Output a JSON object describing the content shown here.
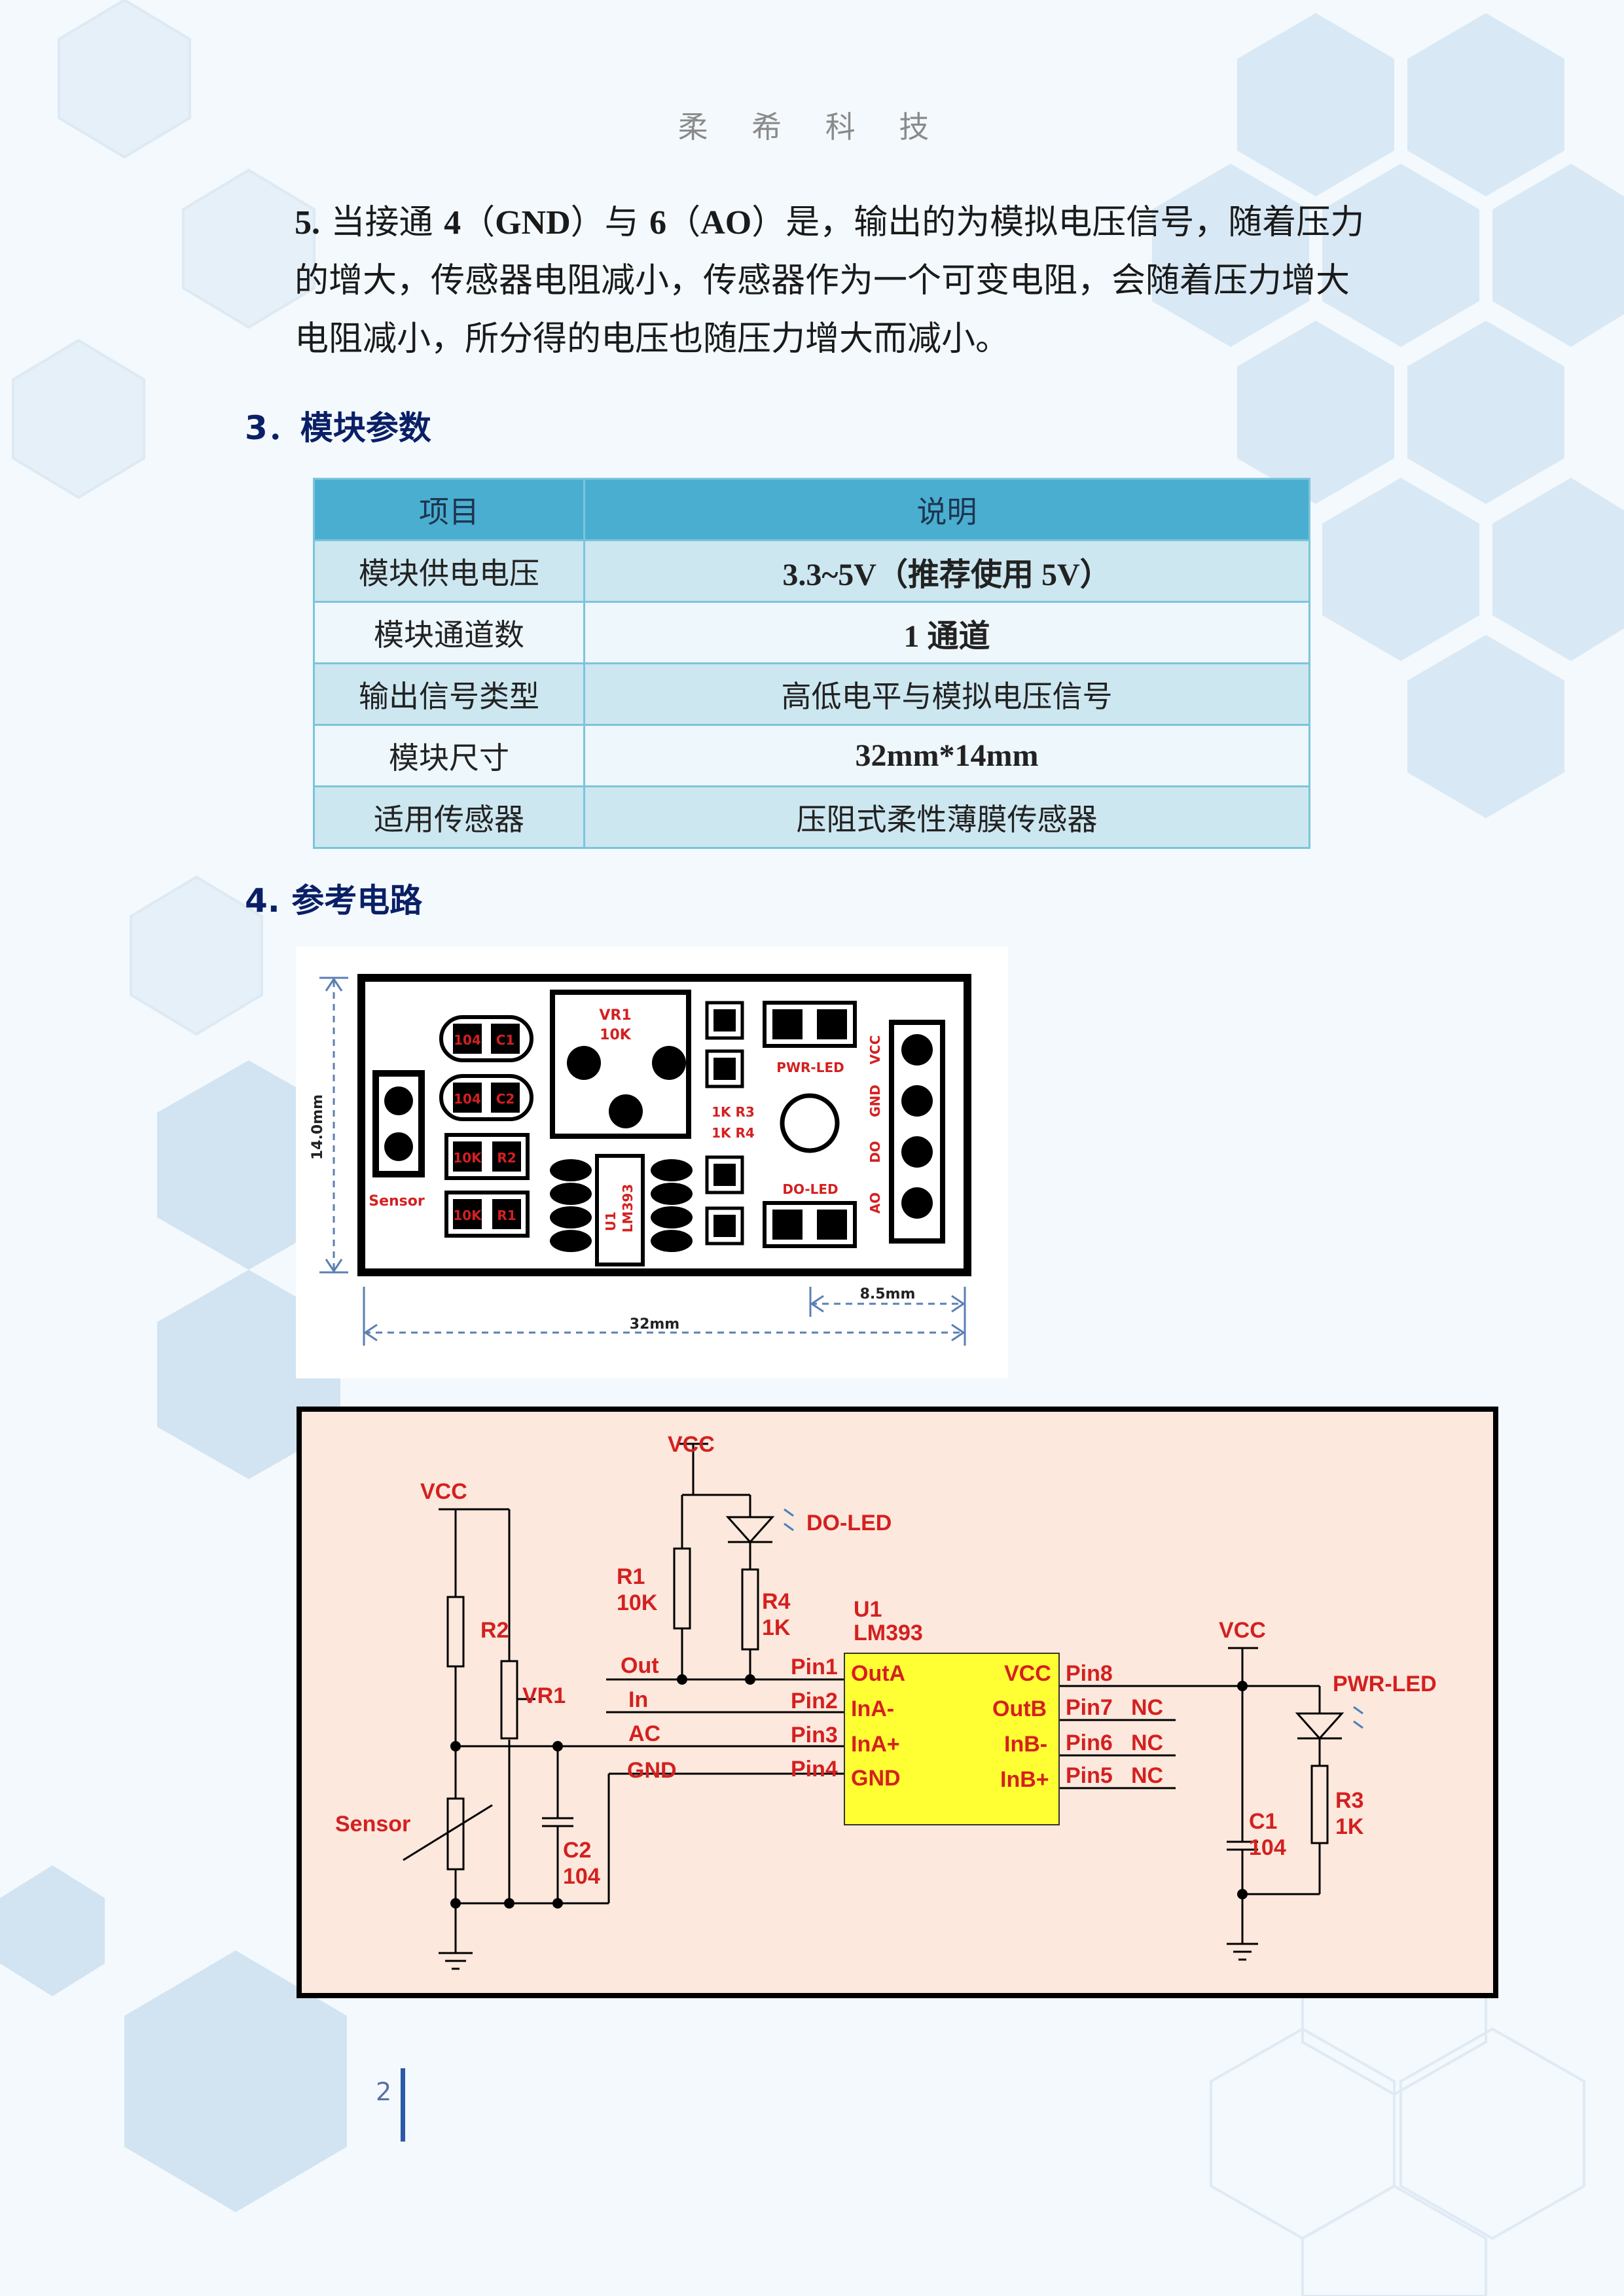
{
  "header": {
    "title": "柔 希 科 技"
  },
  "paragraph": {
    "num": "5.",
    "t1": " 当接通 ",
    "b1": "4",
    "t2": "（",
    "b2": "GND",
    "t3": "）与 ",
    "b3": "6",
    "t4": "（",
    "b4": "AO",
    "t5": "）是，输出的为模拟电压信号，随着压力的增大，传感器电阻减小，传感器作为一个可变电阻，会随着压力增大电阻减小，所分得的电压也随压力增大而减小。"
  },
  "section3": {
    "title": "3．模块参数"
  },
  "params_table": {
    "headers": [
      "项目",
      "说明"
    ],
    "rows": [
      {
        "label": "模块供电电压",
        "value": "3.3~5V（推荐使用 5V）"
      },
      {
        "label": "模块通道数",
        "value": "1 通道"
      },
      {
        "label": "输出信号类型",
        "value": "高低电平与模拟电压信号"
      },
      {
        "label": "模块尺寸",
        "value": "32mm*14mm"
      },
      {
        "label": "适用传感器",
        "value": "压阻式柔性薄膜传感器"
      }
    ]
  },
  "section4": {
    "title": "4.  参考电路"
  },
  "pcb": {
    "dim_height": "14.0mm",
    "dim_width": "32mm",
    "dim_pin": "8.5mm",
    "cap_value": "104",
    "c1": "C1",
    "c2": "C2",
    "res_value": "10K",
    "r1": "R1",
    "r2": "R2",
    "vr_name": "VR1",
    "vr_value": "10K",
    "pwr_led": "PWR-LED",
    "do_led": "DO-LED",
    "r3": "1K R3",
    "r4": "1K R4",
    "sensor": "Sensor",
    "u1": "U1",
    "lm393": "LM393",
    "pins": [
      "VCC",
      "GND",
      "DO",
      "AO"
    ]
  },
  "schematic": {
    "vcc": "VCC",
    "gnd_label": "GND",
    "r2": "R2",
    "vr1": "VR1",
    "sensor": "Sensor",
    "c2": "C2",
    "c2_val": "104",
    "r1": "R1",
    "r1_val": "10K",
    "r4": "R4",
    "r4_val": "1K",
    "do_led": "DO-LED",
    "u1": "U1",
    "u1_part": "LM393",
    "net_out": "Out",
    "net_in": "In",
    "net_ac": "AC",
    "net_gnd": "GND",
    "pins_left": [
      "Pin1",
      "Pin2",
      "Pin3",
      "Pin4"
    ],
    "chip_left": [
      "OutA",
      "InA-",
      "InA+",
      "GND"
    ],
    "chip_right": [
      "VCC",
      "OutB",
      "InB-",
      "InB+"
    ],
    "pins_right": [
      "Pin8",
      "Pin7",
      "Pin6",
      "Pin5"
    ],
    "nc": "NC",
    "pwr_led": "PWR-LED",
    "c1": "C1",
    "c1_val": "104",
    "r3": "R3",
    "r3_val": "1K"
  },
  "footer": {
    "page_number": "2"
  },
  "colors": {
    "heading": "#0a1f66",
    "table_header": "#4aaed0",
    "table_row": "#cde7f0",
    "schematic_bg": "#fce8dc",
    "chip": "#ffff33",
    "label_red": "#d42020"
  }
}
